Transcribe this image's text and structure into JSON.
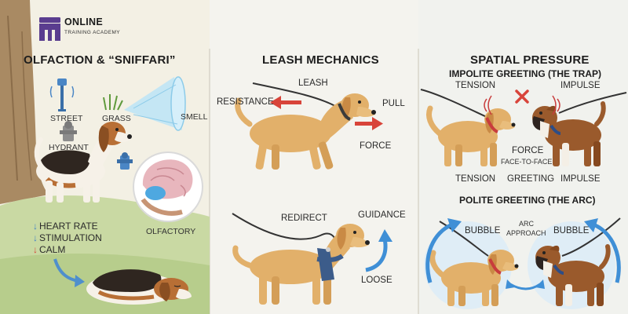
{
  "logo": {
    "name": "ONLINE",
    "tagline": "TRAINING ACADEMY",
    "brand_color": "#5a3d8f"
  },
  "panels": {
    "olfaction": {
      "title": "OLFACTION & “SNIFFARI”",
      "labels": {
        "street": "STREET",
        "grass": "GRASS",
        "smell": "SMELL",
        "hydrant": "HYDRANT",
        "olfactory": "OLFACTORY"
      },
      "indicators": [
        {
          "direction": "down",
          "text": "HEART RATE",
          "color": "#3f7fc8"
        },
        {
          "direction": "down",
          "text": "STIMULATION",
          "color": "#3f7fc8"
        },
        {
          "direction": "down",
          "text": "CALM",
          "color": "#d8443a"
        }
      ]
    },
    "leash": {
      "title": "LEASH MECHANICS",
      "labels": {
        "leash": "LEASH",
        "resistance": "RESISTANCE",
        "pull": "PULL",
        "force": "FORCE",
        "redirect": "REDIRECT",
        "guidance": "GUIDANCE",
        "loose": "LOOSE"
      }
    },
    "spatial": {
      "title": "SPATIAL PRESSURE",
      "impolite": {
        "subtitle": "IMPOLITE GREETING (THE TRAP)",
        "tension_top": "TENSION",
        "impulse_top": "IMPULSE",
        "force": "FORCE",
        "face_to_face": "FACE-TO-FACE",
        "tension_bottom": "TENSION",
        "greeting": "GREETING",
        "impulse_bottom": "IMPULSE"
      },
      "polite": {
        "subtitle": "POLITE GREETING (THE ARC)",
        "bubble_left": "BUBBLE",
        "arc": "ARC",
        "approach": "APPROACH",
        "bubble_right": "BUBBLE"
      }
    }
  },
  "colors": {
    "background": "#f2efe6",
    "red_arrow": "#d8443a",
    "blue_arrow": "#3f8fd6",
    "golden_dog": "#e2b06a",
    "boxer_dog": "#9a5a2c",
    "beagle_brown": "#b86f35"
  }
}
